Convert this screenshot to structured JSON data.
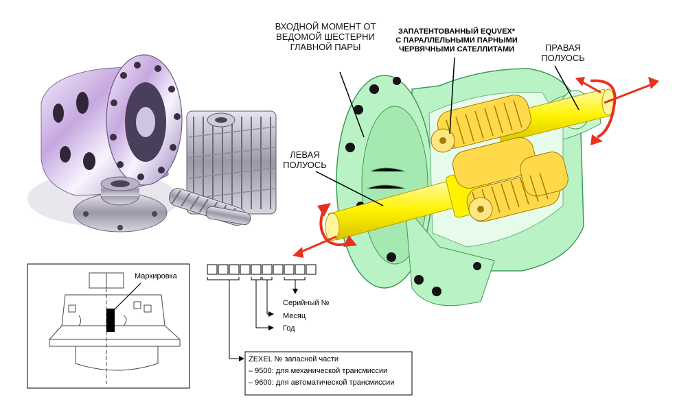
{
  "labels": {
    "input_torque": [
      "ВХОДНОЙ МОМЕНТ ОТ",
      "ВЕДОМОЙ ШЕСТЕРНИ",
      "ГЛАВНОЙ ПАРЫ"
    ],
    "patented": [
      "ЗАПАТЕНТОВАННЫЙ EQUVEX*",
      "С ПАРАЛЛЕЛЬНЫМИ ПАРНЫМИ",
      "ЧЕРВЯЧНЫМИ САТЕЛЛИТАМИ"
    ],
    "right_shaft": [
      "ПРАВАЯ",
      "ПОЛУОСЬ"
    ],
    "left_shaft": [
      "ЛЕВАЯ",
      "ПОЛУОСЬ"
    ]
  },
  "marking": {
    "label": "Маркировка",
    "serial": "Серийный №",
    "month": "Месяц",
    "year": "Год",
    "part_box": {
      "title": "ZEXEL № запасной части",
      "line1": "– 9500: для механической трансмиссии",
      "line2": "– 9600: для автоматической трансмиссии"
    }
  },
  "colors": {
    "housing": "#b9f2c4",
    "housing_edge": "#3e9a55",
    "shaft": "#fff200",
    "gear": "#ffd94a",
    "arrow": "#e8321e"
  }
}
